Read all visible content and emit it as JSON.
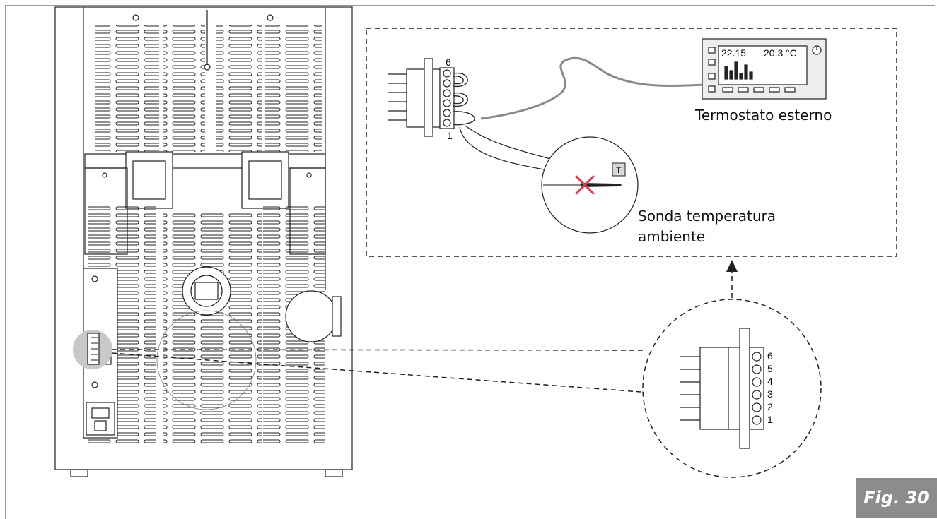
{
  "labels": {
    "thermostat": "Termostato esterno",
    "probe_line1": "Sonda temperatura",
    "probe_line2": "ambiente",
    "figure": "Fig. 30",
    "probe_badge": "T"
  },
  "thermostat_display": {
    "time": "22.15",
    "temperature": "20.3 °C"
  },
  "terminal_numbers": [
    "6",
    "5",
    "4",
    "3",
    "2",
    "1"
  ],
  "top_terminal_labels": {
    "top": "6",
    "bottom": "1"
  },
  "colors": {
    "line": "#1a1a1a",
    "cable": "#8a8a8a",
    "probe_cross": "#e0394a",
    "highlight": "#c8c8c8",
    "figure_tag": "#8c8c8c"
  }
}
